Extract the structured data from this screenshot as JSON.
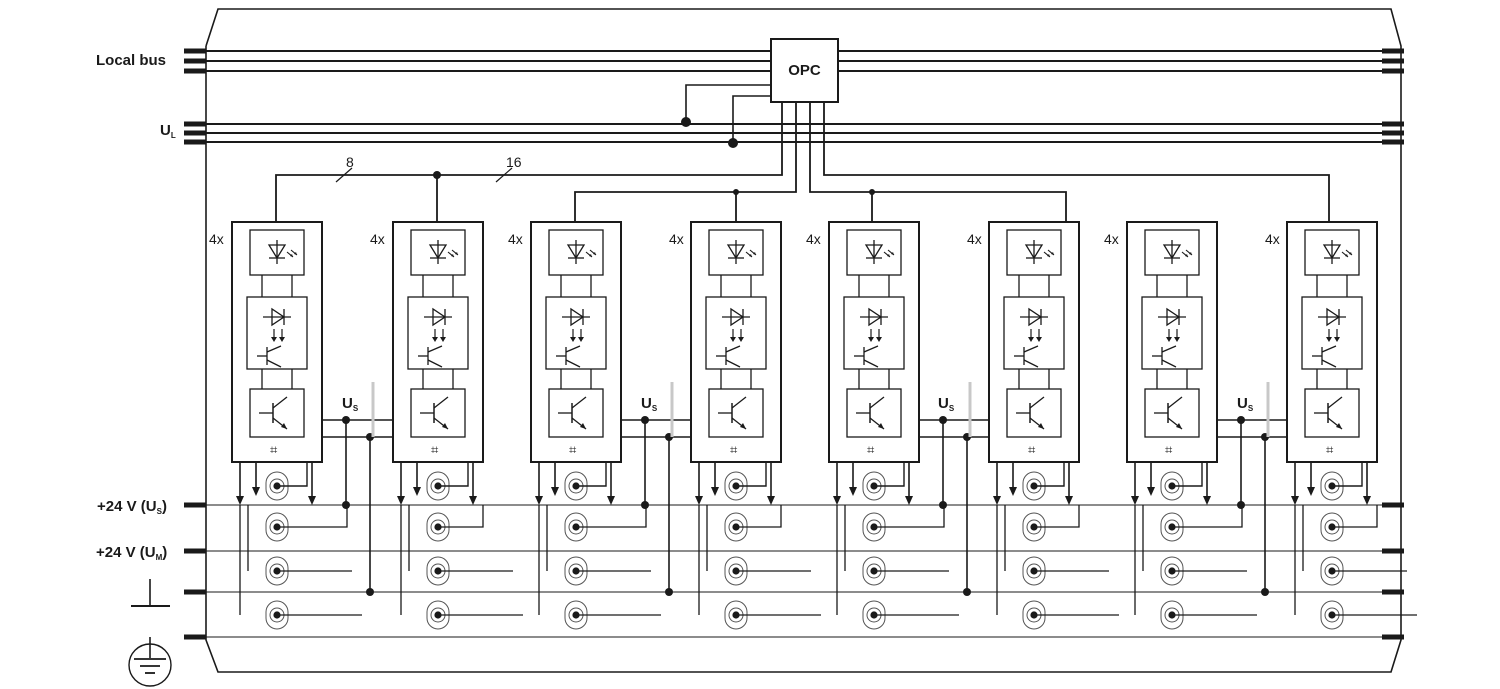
{
  "labels": {
    "local_bus": "Local bus",
    "ul_main": "U",
    "ul_sub": "L",
    "us_power_main": "+24 V (U",
    "us_power_sub": "S",
    "us_power_close": ")",
    "um_power_main": "+24 V (U",
    "um_power_sub": "M",
    "um_power_close": ")",
    "opc": "OPC",
    "bus_width_8": "8",
    "bus_width_16": "16",
    "us_node_main": "U",
    "us_node_sub": "S",
    "channel_multiplier": "4x",
    "hash_mark": "⌗"
  },
  "colors": {
    "line": "#1a1a1a",
    "terminal_ring": "#555555",
    "faint_arrow": "#c8c8c8"
  },
  "modules": {
    "count": 8,
    "groups": 4
  }
}
